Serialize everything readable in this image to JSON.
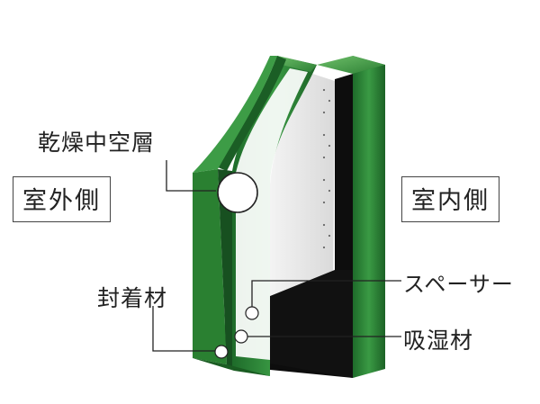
{
  "labels": {
    "air_layer": "乾燥中空層",
    "outside": "室外側",
    "inside": "室内側",
    "sealant": "封着材",
    "spacer": "スペーサー",
    "desiccant": "吸湿材"
  },
  "colors": {
    "glass_green": "#2f8a3a",
    "glass_dark": "#0f4a1c",
    "glass_light": "#5fb25f",
    "frame_black": "#0d0d0d",
    "desiccant_brown": "#a0601e",
    "outline": "#111111"
  }
}
